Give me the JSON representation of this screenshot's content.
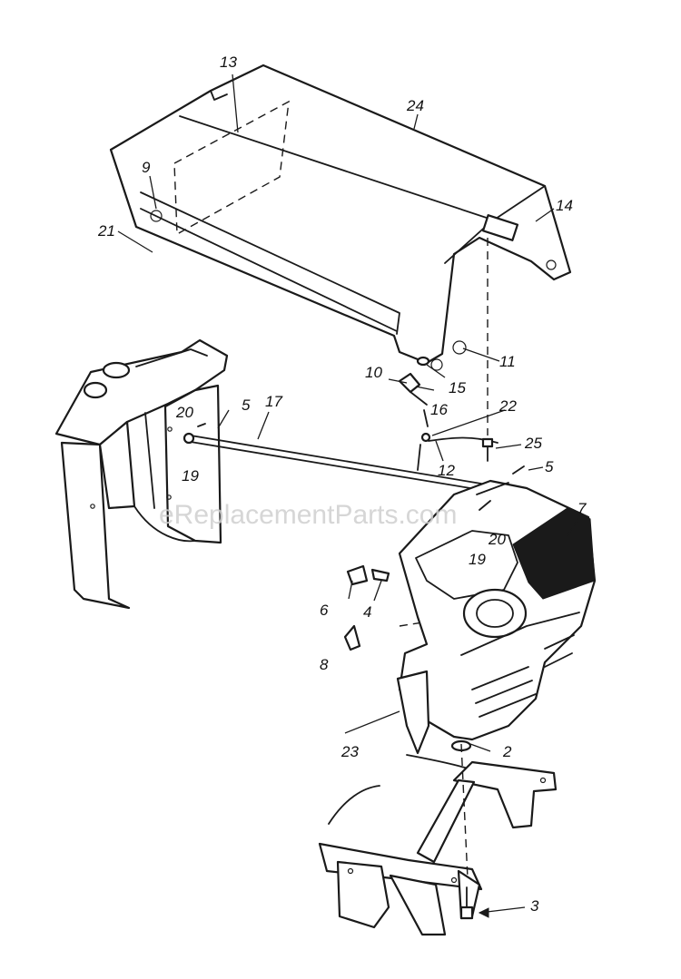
{
  "watermark": "eReplacementParts.com",
  "callouts": [
    {
      "id": "c13",
      "text": "13"
    },
    {
      "id": "c24",
      "text": "24"
    },
    {
      "id": "c9",
      "text": "9"
    },
    {
      "id": "c14",
      "text": "14"
    },
    {
      "id": "c21",
      "text": "21"
    },
    {
      "id": "c11",
      "text": "11"
    },
    {
      "id": "c10",
      "text": "10"
    },
    {
      "id": "c15",
      "text": "15"
    },
    {
      "id": "c16",
      "text": "16"
    },
    {
      "id": "c22",
      "text": "22"
    },
    {
      "id": "c5a",
      "text": "5"
    },
    {
      "id": "c17",
      "text": "17"
    },
    {
      "id": "c20a",
      "text": "20"
    },
    {
      "id": "c19a",
      "text": "19"
    },
    {
      "id": "c25",
      "text": "25"
    },
    {
      "id": "c12",
      "text": "12"
    },
    {
      "id": "c5b",
      "text": "5"
    },
    {
      "id": "c7",
      "text": "7"
    },
    {
      "id": "c20b",
      "text": "20"
    },
    {
      "id": "c19b",
      "text": "19"
    },
    {
      "id": "c6",
      "text": "6"
    },
    {
      "id": "c4",
      "text": "4"
    },
    {
      "id": "c8",
      "text": "8"
    },
    {
      "id": "c23",
      "text": "23"
    },
    {
      "id": "c2",
      "text": "2"
    },
    {
      "id": "c3",
      "text": "3"
    }
  ]
}
